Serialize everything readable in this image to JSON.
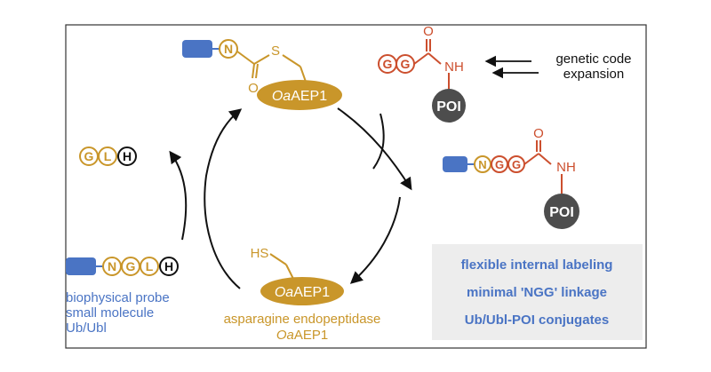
{
  "colors": {
    "gold": "#c9962a",
    "orange": "#cc4f2e",
    "blue": "#4a74c4",
    "black": "#111111",
    "poi_fill": "#4d4d4d",
    "box_fill": "#ededed",
    "white": "#ffffff"
  },
  "labels": {
    "enzyme": {
      "prefix": "Oa",
      "suffix": "AEP1"
    },
    "residue_n": "N",
    "residue_g": "G",
    "residue_l": "L",
    "residue_h": "H",
    "atom_s": "S",
    "atom_o": "O",
    "group_nh": "NH",
    "group_hs": "HS",
    "poi": "POI",
    "genetic_code_line1": "genetic code",
    "genetic_code_line2": "expansion"
  },
  "probe_legend": [
    "biophysical probe",
    "small molecule",
    "Ub/Ubl"
  ],
  "enzyme_caption": {
    "line1": "asparagine endopeptidase",
    "line2_prefix": "Oa",
    "line2_suffix": "AEP1"
  },
  "features": [
    "flexible internal labeling",
    "minimal 'NGG' linkage",
    "Ub/Ubl-POI conjugates"
  ]
}
